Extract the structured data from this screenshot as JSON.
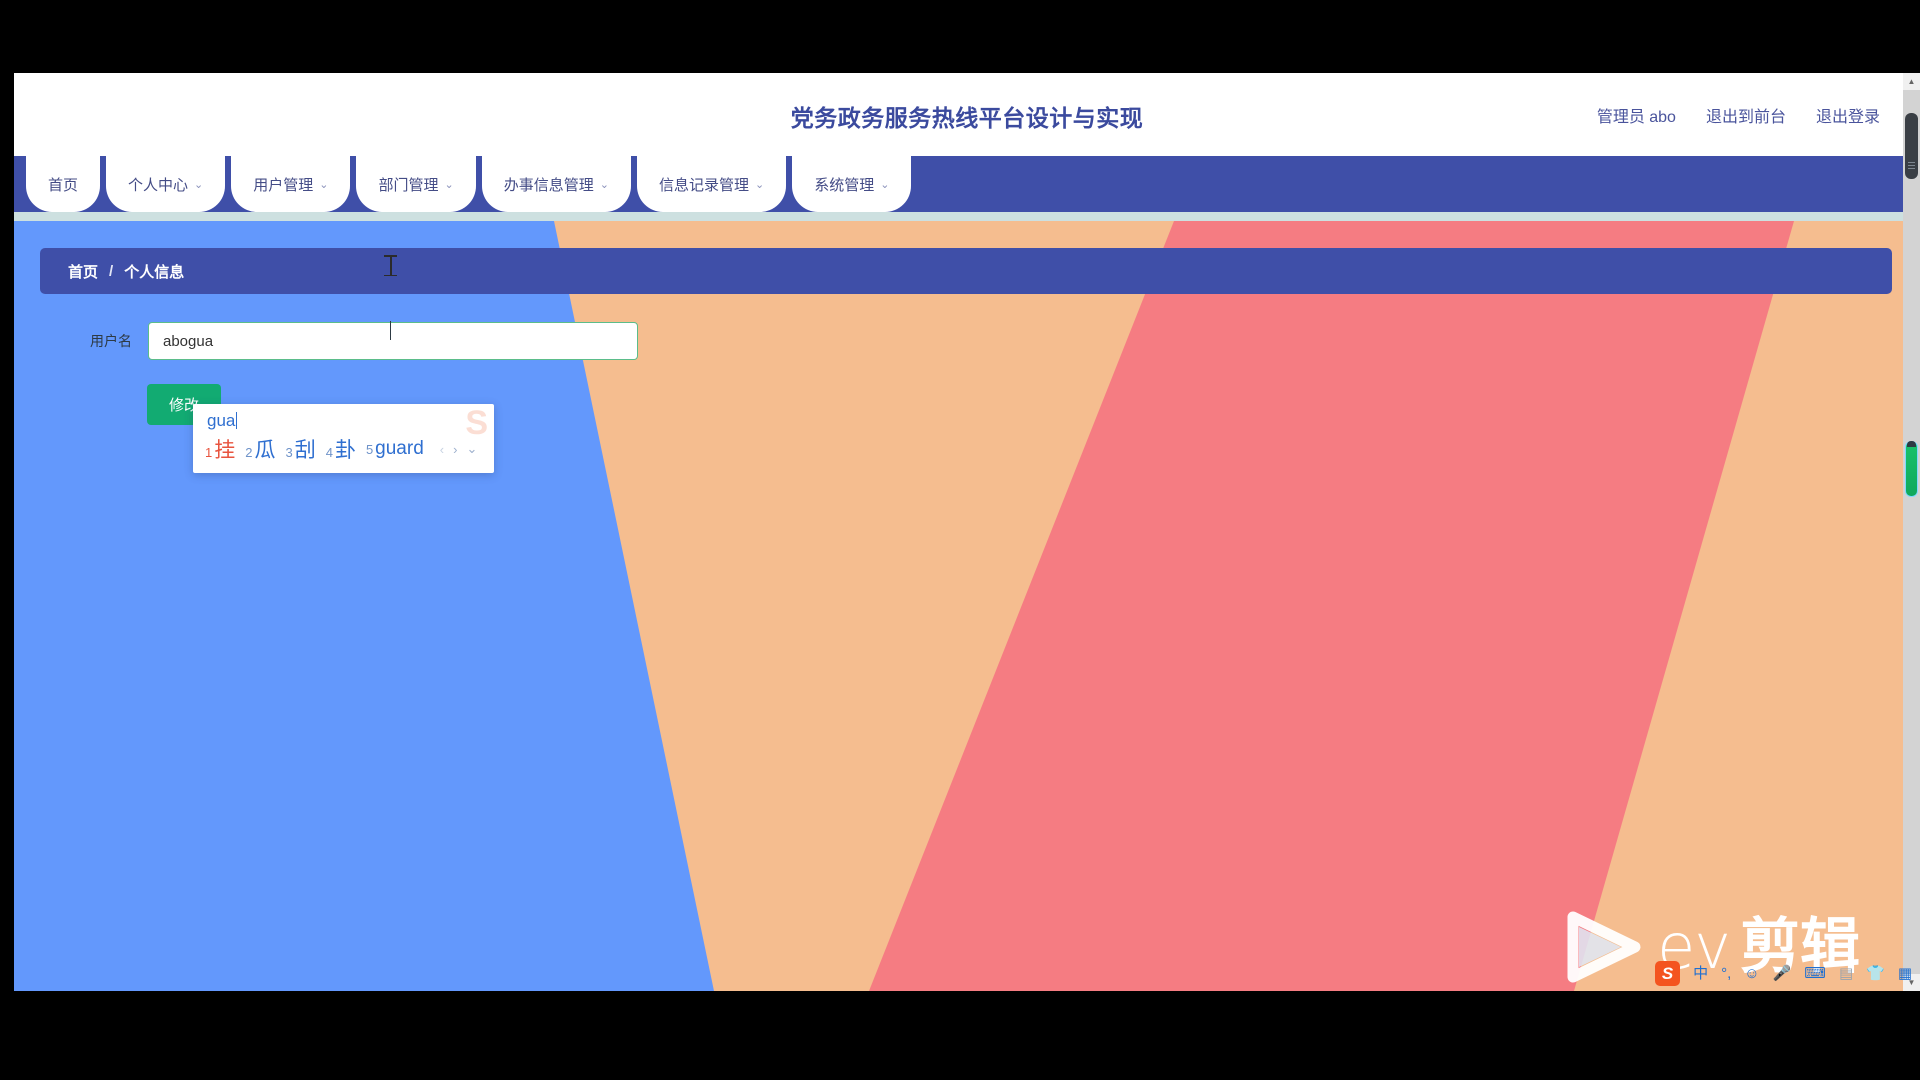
{
  "header": {
    "title": "党务政务服务热线平台设计与实现",
    "links": [
      {
        "label": "管理员 abo",
        "name": "admin-user"
      },
      {
        "label": "退出到前台",
        "name": "exit-to-frontend"
      },
      {
        "label": "退出登录",
        "name": "logout"
      }
    ]
  },
  "nav": {
    "items": [
      {
        "label": "首页",
        "caret": "",
        "name": "home"
      },
      {
        "label": "个人中心",
        "caret": "⌄",
        "name": "personal-center"
      },
      {
        "label": "用户管理",
        "caret": "⌄",
        "name": "user-management"
      },
      {
        "label": "部门管理",
        "caret": "⌄",
        "name": "department-management"
      },
      {
        "label": "办事信息管理",
        "caret": "⌄",
        "name": "affairs-info-management"
      },
      {
        "label": "信息记录管理",
        "caret": "⌄",
        "name": "info-record-management"
      },
      {
        "label": "系统管理",
        "caret": "⌄",
        "name": "system-management"
      }
    ]
  },
  "breadcrumb": {
    "home": "首页",
    "separator": "/",
    "current": "个人信息"
  },
  "form": {
    "username_label": "用户名",
    "username_value": "abogua",
    "username_placeholder": "",
    "submit_label": "修改"
  },
  "ime": {
    "composition": "gua",
    "candidates": [
      {
        "index": "1",
        "word": "挂"
      },
      {
        "index": "2",
        "word": "瓜"
      },
      {
        "index": "3",
        "word": "刮"
      },
      {
        "index": "4",
        "word": "卦"
      },
      {
        "index": "5",
        "word": "guard"
      }
    ],
    "nav": {
      "prev": "‹",
      "next": "›",
      "expand": "⌄"
    },
    "ghost_logo": "S"
  },
  "ime_toolbar": {
    "logo": "S",
    "items": [
      {
        "glyph": "中",
        "name": "language-mode-icon"
      },
      {
        "glyph": "°,",
        "name": "punctuation-mode-icon"
      },
      {
        "glyph": "☺",
        "name": "emoji-icon"
      },
      {
        "glyph": "🎤",
        "name": "voice-input-icon"
      },
      {
        "glyph": "⌨",
        "name": "soft-keyboard-icon"
      },
      {
        "glyph": "▤",
        "name": "user-card-icon"
      },
      {
        "glyph": "👕",
        "name": "skin-icon"
      },
      {
        "glyph": "▦",
        "name": "toolbox-icon"
      }
    ]
  },
  "watermark": {
    "text": "ev",
    "cn": "剪辑"
  },
  "scrollbar": {
    "up_arrow": "▲",
    "down_arrow": "▼"
  },
  "colors": {
    "nav_blue": "#3f4fa8",
    "bg_blue": "#6398fc",
    "bg_red": "#f57c82",
    "bg_orange": "#f5bd8f",
    "bg_teal": "#cde0e0",
    "button_green": "#12ab72",
    "ime_highlight": "#e8543f",
    "ime_blue": "#2f6fd0"
  }
}
